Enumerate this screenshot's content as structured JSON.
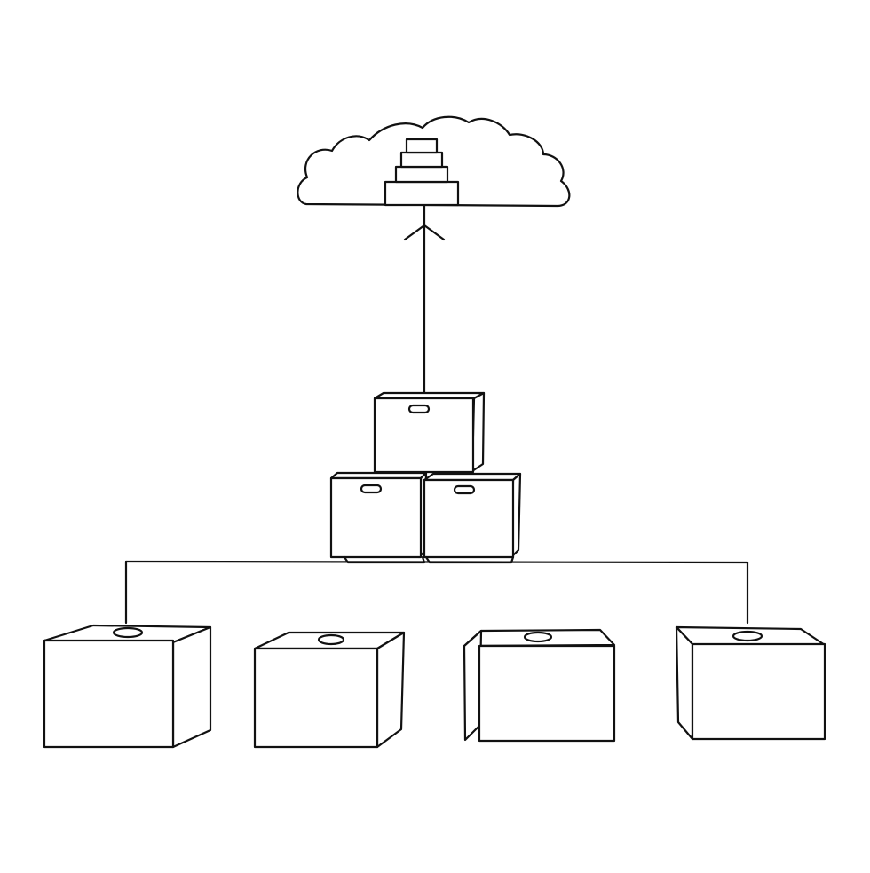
{
  "diagram": {
    "colors": {
      "ink": "#111111",
      "background": "#ffffff"
    },
    "icons": [
      "cloud-icon",
      "server-stack-icon",
      "arrow-up-icon",
      "box-icon"
    ],
    "nodes": [
      {
        "id": "cloud",
        "kind": "cloud-icon"
      },
      {
        "id": "stack-top",
        "kind": "box-icon"
      },
      {
        "id": "stack-bottom-left",
        "kind": "box-icon"
      },
      {
        "id": "stack-bottom-right",
        "kind": "box-icon"
      },
      {
        "id": "box-1",
        "kind": "box-icon"
      },
      {
        "id": "box-2",
        "kind": "box-icon"
      },
      {
        "id": "box-3",
        "kind": "box-icon"
      },
      {
        "id": "box-4",
        "kind": "box-icon"
      }
    ],
    "edges": [
      {
        "from": "stack-top",
        "to": "cloud",
        "arrow": true
      },
      {
        "from": "box-1",
        "to": "stack-bottom-left",
        "arrow": false
      },
      {
        "from": "box-4",
        "to": "stack-bottom-right",
        "arrow": false
      }
    ]
  }
}
